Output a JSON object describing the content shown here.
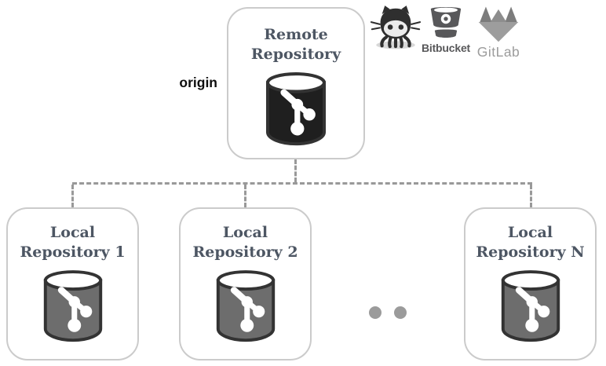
{
  "remote": {
    "title": "Remote Repository",
    "branch_label": "origin"
  },
  "locals": [
    {
      "title": "Local Repository 1"
    },
    {
      "title": "Local Repository 2"
    },
    {
      "title": "Local Repository N"
    }
  ],
  "hosting_services": [
    {
      "name": "GitHub",
      "label": ""
    },
    {
      "name": "Bitbucket",
      "label": "Bitbucket"
    },
    {
      "name": "GitLab",
      "label": "GitLab"
    }
  ],
  "ellipsis_dots": 2,
  "icons": {
    "remote_cylinder": "git-repository-database",
    "local_cylinder": "git-repository-database",
    "github": "github-octocat",
    "bitbucket": "bitbucket-bucket",
    "gitlab": "gitlab-tanuki"
  },
  "colors": {
    "box_border": "#cbcbcb",
    "title_text": "#4d5663",
    "origin_text": "#0e0e0e",
    "remote_cylinder": "#1f1f1f",
    "local_cylinder": "#6d6d6d",
    "dashed_line": "#999999",
    "dots": "#9b9b9b",
    "bitbucket_label": "#58585a",
    "gitlab_label": "#9c9c9c"
  }
}
